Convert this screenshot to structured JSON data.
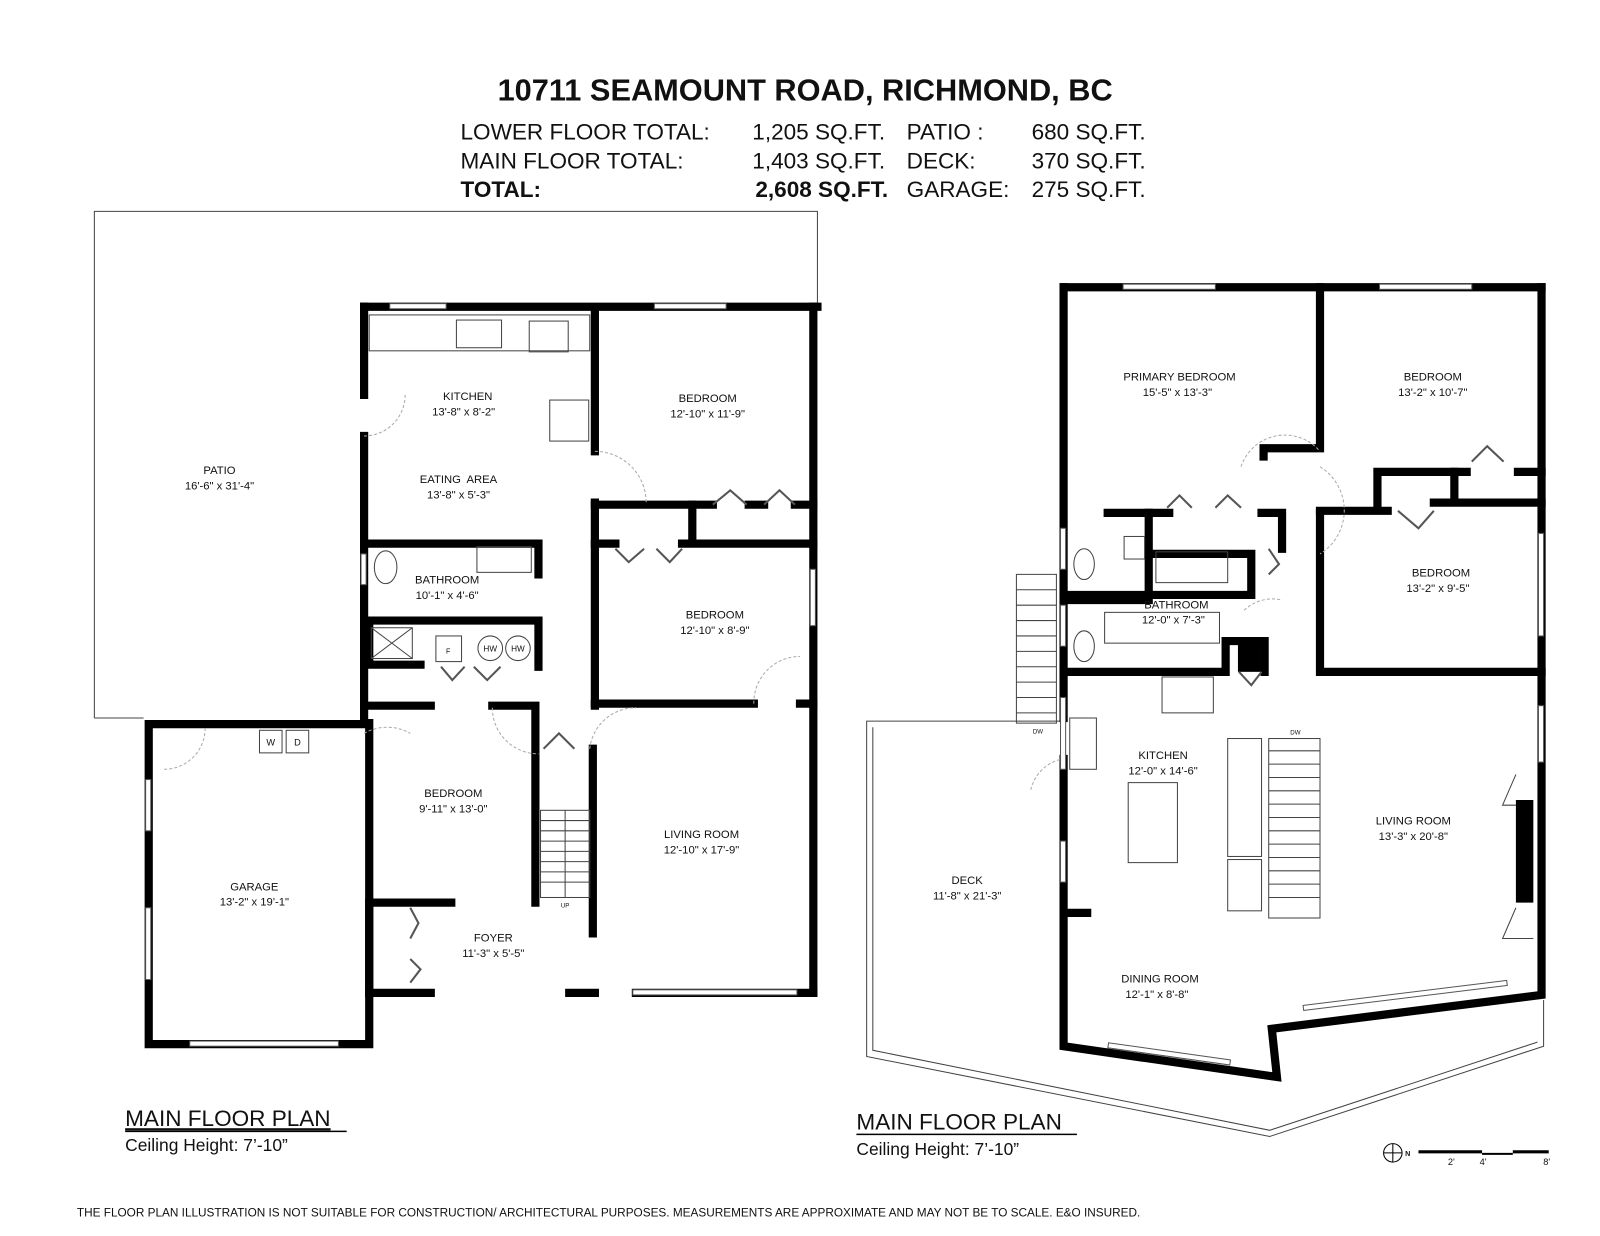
{
  "header": {
    "title": "10711 SEAMOUNT ROAD, RICHMOND, BC",
    "rows": [
      {
        "label": "LOWER FLOOR TOTAL:",
        "value": "1,205 SQ.FT.",
        "label2": "PATIO :",
        "value2": "680 SQ.FT."
      },
      {
        "label": "MAIN FLOOR TOTAL:",
        "value": "1,403 SQ.FT.",
        "label2": "DECK:",
        "value2": "370 SQ.FT."
      },
      {
        "label": "TOTAL:",
        "value": "2,608 SQ.FT.",
        "label2": "GARAGE:",
        "value2": "275 SQ.FT."
      }
    ]
  },
  "left_plan": {
    "title": "MAIN FLOOR PLAN",
    "ceiling": "Ceiling Height: 7’-10”",
    "rooms": [
      {
        "name": "PATIO",
        "dim": "16'-6\" x 31'-4\""
      },
      {
        "name": "KITCHEN",
        "dim": "13'-8\" x 8'-2\""
      },
      {
        "name": "BEDROOM",
        "dim": "12'-10\" x 11'-9\""
      },
      {
        "name": "EATING  AREA",
        "dim": "13'-8\" x 5'-3\""
      },
      {
        "name": "BATHROOM",
        "dim": "10'-1\" x 4'-6\""
      },
      {
        "name": "BEDROOM",
        "dim": "12'-10\" x 8'-9\""
      },
      {
        "name": "BEDROOM",
        "dim": "9'-11\" x 13'-0\""
      },
      {
        "name": "LIVING ROOM",
        "dim": "12'-10\" x 17'-9\""
      },
      {
        "name": "GARAGE",
        "dim": "13'-2\" x 19'-1\""
      },
      {
        "name": "FOYER",
        "dim": "11'-3\" x 5'-5\""
      }
    ],
    "fixtures": {
      "washer": "W",
      "dryer": "D",
      "furnace": "F",
      "hw1": "HW",
      "hw2": "HW",
      "up": "UP"
    }
  },
  "right_plan": {
    "title": "MAIN FLOOR PLAN",
    "ceiling": "Ceiling Height: 7’-10”",
    "rooms": [
      {
        "name": "PRIMARY BEDROOM",
        "dim": "15'-5\" x 13'-3\""
      },
      {
        "name": "BEDROOM",
        "dim": "13'-2\" x 10'-7\""
      },
      {
        "name": "BEDROOM",
        "dim": "13'-2\" x 9'-5\""
      },
      {
        "name": "BATHROOM",
        "dim": "12'-0\" x 7'-3\""
      },
      {
        "name": "KITCHEN",
        "dim": "12'-0\" x 14'-6\""
      },
      {
        "name": "LIVING ROOM",
        "dim": "13'-3\" x 20'-8\""
      },
      {
        "name": "DECK",
        "dim": "11'-8\" x 21'-3\""
      },
      {
        "name": "DINING ROOM",
        "dim": "12'-1\" x 8'-8\""
      }
    ],
    "fixtures": {
      "dw1": "DW",
      "dw2": "DW"
    }
  },
  "scale_bar": {
    "north": "N",
    "ticks": [
      "2'",
      "4'",
      "8'"
    ]
  },
  "footer": "THE FLOOR PLAN ILLUSTRATION IS NOT SUITABLE FOR CONSTRUCTION/ ARCHITECTURAL PURPOSES. MEASUREMENTS ARE APPROXIMATE AND MAY NOT BE TO SCALE. E&O INSURED."
}
